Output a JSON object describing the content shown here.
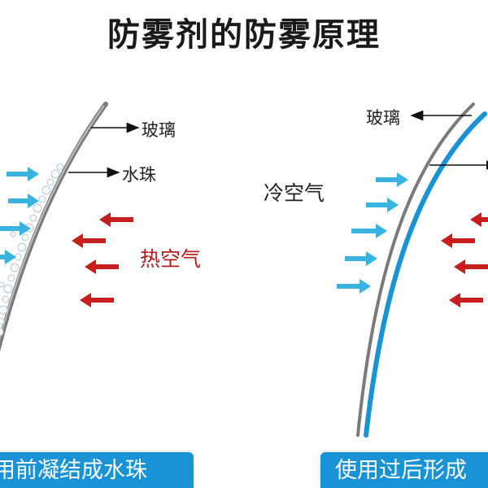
{
  "title": "防雾剂的防雾原理",
  "left_panel": {
    "glass_label": "玻璃",
    "droplet_label": "水珠",
    "air_label": "热空气",
    "caption": "用前凝结成水珠"
  },
  "right_panel": {
    "glass_label": "玻璃",
    "air_label": "冷空气",
    "caption": "使用过后形成"
  },
  "colors": {
    "cold_arrow": "#3ab3e0",
    "hot_arrow": "#c81e1e",
    "film": "#1a93d6",
    "glass": "#7a7a7a",
    "banner": "#1a93d6"
  }
}
